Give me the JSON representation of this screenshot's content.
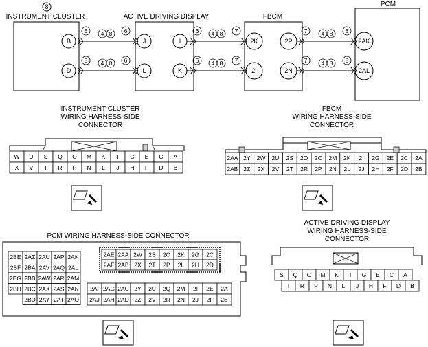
{
  "blocks": {
    "instrument_cluster": {
      "title": "INSTRUMENT CLUSTER",
      "note": "8",
      "pins": [
        "B",
        "D"
      ]
    },
    "active_display": {
      "title": "ACTIVE DRIVING DISPLAY",
      "pins": [
        "J",
        "L",
        "I",
        "K"
      ]
    },
    "fbcm": {
      "title": "FBCM",
      "pins": [
        "2K",
        "2I",
        "2P",
        "2N"
      ]
    },
    "pcm": {
      "title": "PCM",
      "pins": [
        "2AK",
        "2AL"
      ]
    }
  },
  "wire_notes": {
    "ic_out": "5",
    "ad_in": "6",
    "ad_out": "6",
    "fb_in": "7",
    "fb_out": "7",
    "pcm_in": "8",
    "mid_a": "4",
    "mid_b": "8"
  },
  "connectors": {
    "ic": {
      "title_lines": [
        "INSTRUMENT CLUSTER",
        "WIRING HARNESS-SIDE",
        "CONNECTOR"
      ],
      "rows": [
        [
          "W",
          "U",
          "S",
          "Q",
          "O",
          "M",
          "K",
          "I",
          "G",
          "E",
          "C",
          "A"
        ],
        [
          "X",
          "V",
          "T",
          "R",
          "P",
          "N",
          "L",
          "J",
          "H",
          "F",
          "D",
          "B"
        ]
      ]
    },
    "fbcm": {
      "title_lines": [
        "FBCM",
        "WIRING HARNESS-SIDE",
        "CONNECTOR"
      ],
      "rows": [
        [
          "2AA",
          "2Y",
          "2W",
          "2U",
          "2S",
          "2Q",
          "2O",
          "2M",
          "2K",
          "2I",
          "2G",
          "2E",
          "2C",
          "2A"
        ],
        [
          "2AB",
          "2Z",
          "2X",
          "2V",
          "2T",
          "2R",
          "2P",
          "2N",
          "2L",
          "2J",
          "2H",
          "2F",
          "2D",
          "2B"
        ]
      ]
    },
    "pcm": {
      "title": "PCM WIRING HARNESS-SIDE CONNECTOR",
      "left_rows": [
        [
          "2BE",
          "2AZ",
          "2AU",
          "2AP",
          "2AK"
        ],
        [
          "2BF",
          "2BA",
          "2AV",
          "2AQ",
          "2AL"
        ],
        [
          "2BG",
          "2BB",
          "2AW",
          "2AR",
          "2AM"
        ],
        [
          "2BH",
          "2BC",
          "2AX",
          "2AS",
          "2AN"
        ],
        [
          "",
          "2BD",
          "2AY",
          "2AT",
          "2AO"
        ]
      ],
      "top_rows": [
        [
          "2AE",
          "2AA",
          "2W",
          "2S",
          "2O",
          "2K",
          "2G",
          "2C"
        ],
        [
          "2AF",
          "2AB",
          "2X",
          "2T",
          "2P",
          "2L",
          "2H",
          "2D"
        ]
      ],
      "bottom_rows": [
        [
          "2AI",
          "2AG",
          "2AC",
          "2Y",
          "2U",
          "2Q",
          "2M",
          "2I",
          "2E",
          "2A"
        ],
        [
          "2AJ",
          "2AH",
          "2AD",
          "2Z",
          "2V",
          "2R",
          "2N",
          "2J",
          "2F",
          "2B"
        ]
      ]
    },
    "ad": {
      "title_lines": [
        "ACTIVE DRIVING DISPLAY",
        "WIRING HARNESS-SIDE",
        "CONNECTOR"
      ],
      "rows": [
        [
          "S",
          "Q",
          "O",
          "M",
          "K",
          "I",
          "G",
          "E",
          "C",
          "A"
        ],
        [
          "T",
          "R",
          "P",
          "N",
          "L",
          "J",
          "H",
          "F",
          "D",
          "B"
        ]
      ]
    }
  }
}
